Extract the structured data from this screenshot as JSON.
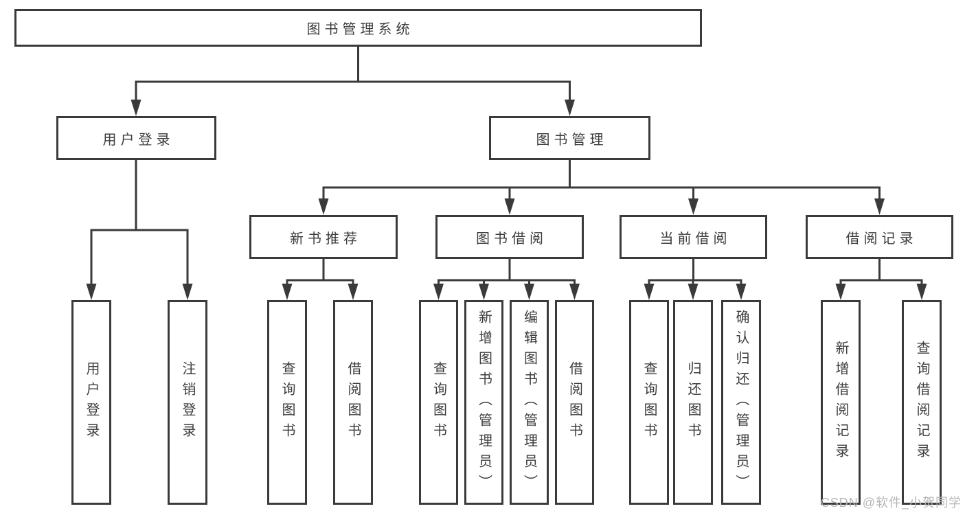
{
  "page": {
    "background": "#ffffff"
  },
  "colors": {
    "line": "#3a3a3a",
    "text": "#3d3d3d",
    "watermark": "#b5b5b5"
  },
  "watermark": "CSDN @软件_小贺同学",
  "tree": {
    "root": {
      "label": "图书管理系统"
    },
    "branches": [
      {
        "label": "用户登录",
        "leaves": [
          "用户登录",
          "注销登录"
        ]
      },
      {
        "label": "图书管理",
        "groups": [
          {
            "label": "新书推荐",
            "leaves": [
              "查询图书",
              "借阅图书"
            ]
          },
          {
            "label": "图书借阅",
            "leaves": [
              "查询图书",
              "新增图书（管理员）",
              "编辑图书（管理员）",
              "借阅图书"
            ]
          },
          {
            "label": "当前借阅",
            "leaves": [
              "查询图书",
              "归还图书",
              "确认归还（管理员）"
            ]
          },
          {
            "label": "借阅记录",
            "leaves": [
              "新增借阅记录",
              "查询借阅记录"
            ]
          }
        ]
      }
    ]
  }
}
